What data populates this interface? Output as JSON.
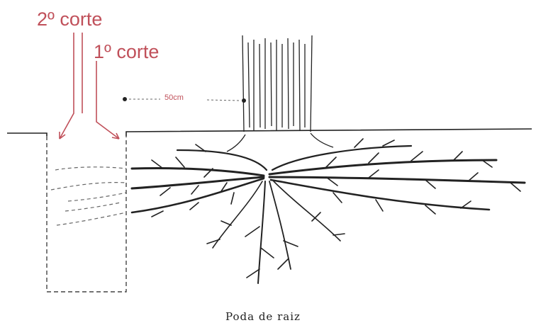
{
  "labels": {
    "second_cut": "2º corte",
    "first_cut": "1º corte",
    "distance": "50cm"
  },
  "caption": "Poda de raiz",
  "colors": {
    "label": "#c0505a",
    "ink": "#222222"
  }
}
